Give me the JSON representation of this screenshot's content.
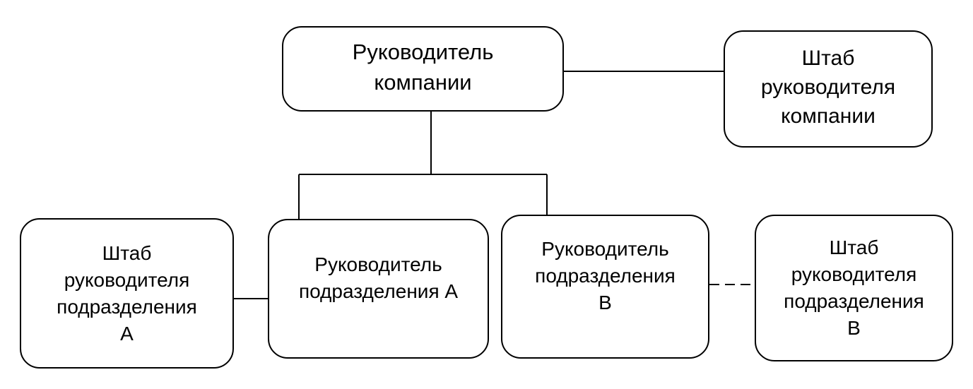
{
  "boxes": {
    "company_head": "Руководитель\nкомпании",
    "company_staff": "Штаб\nруководителя\nкомпании",
    "staff_a": "Штаб\nруководителя\nподразделения\nА",
    "head_a": "Руководитель\nподразделения А",
    "head_b": "Руководитель\nподразделения\nВ",
    "staff_b": "Штаб\nруководителя\nподразделения\nВ"
  },
  "colors": {
    "line": "#000000",
    "background": "#ffffff"
  }
}
